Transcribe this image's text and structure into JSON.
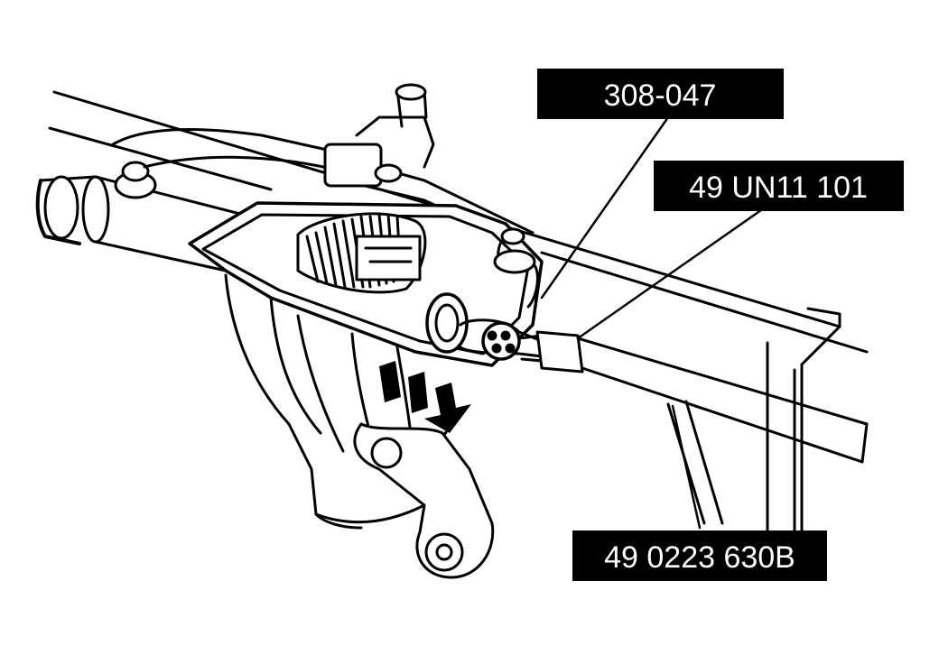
{
  "colors": {
    "ink": "#000000",
    "paper": "#ffffff",
    "shade": "#e9e9e9"
  },
  "callouts": [
    {
      "id": "tool-308-047",
      "text": "308-047"
    },
    {
      "id": "tool-49-un11-101",
      "text": "49 UN11 101"
    },
    {
      "id": "tool-49-0223-630b",
      "text": "49 0223 630B"
    }
  ]
}
